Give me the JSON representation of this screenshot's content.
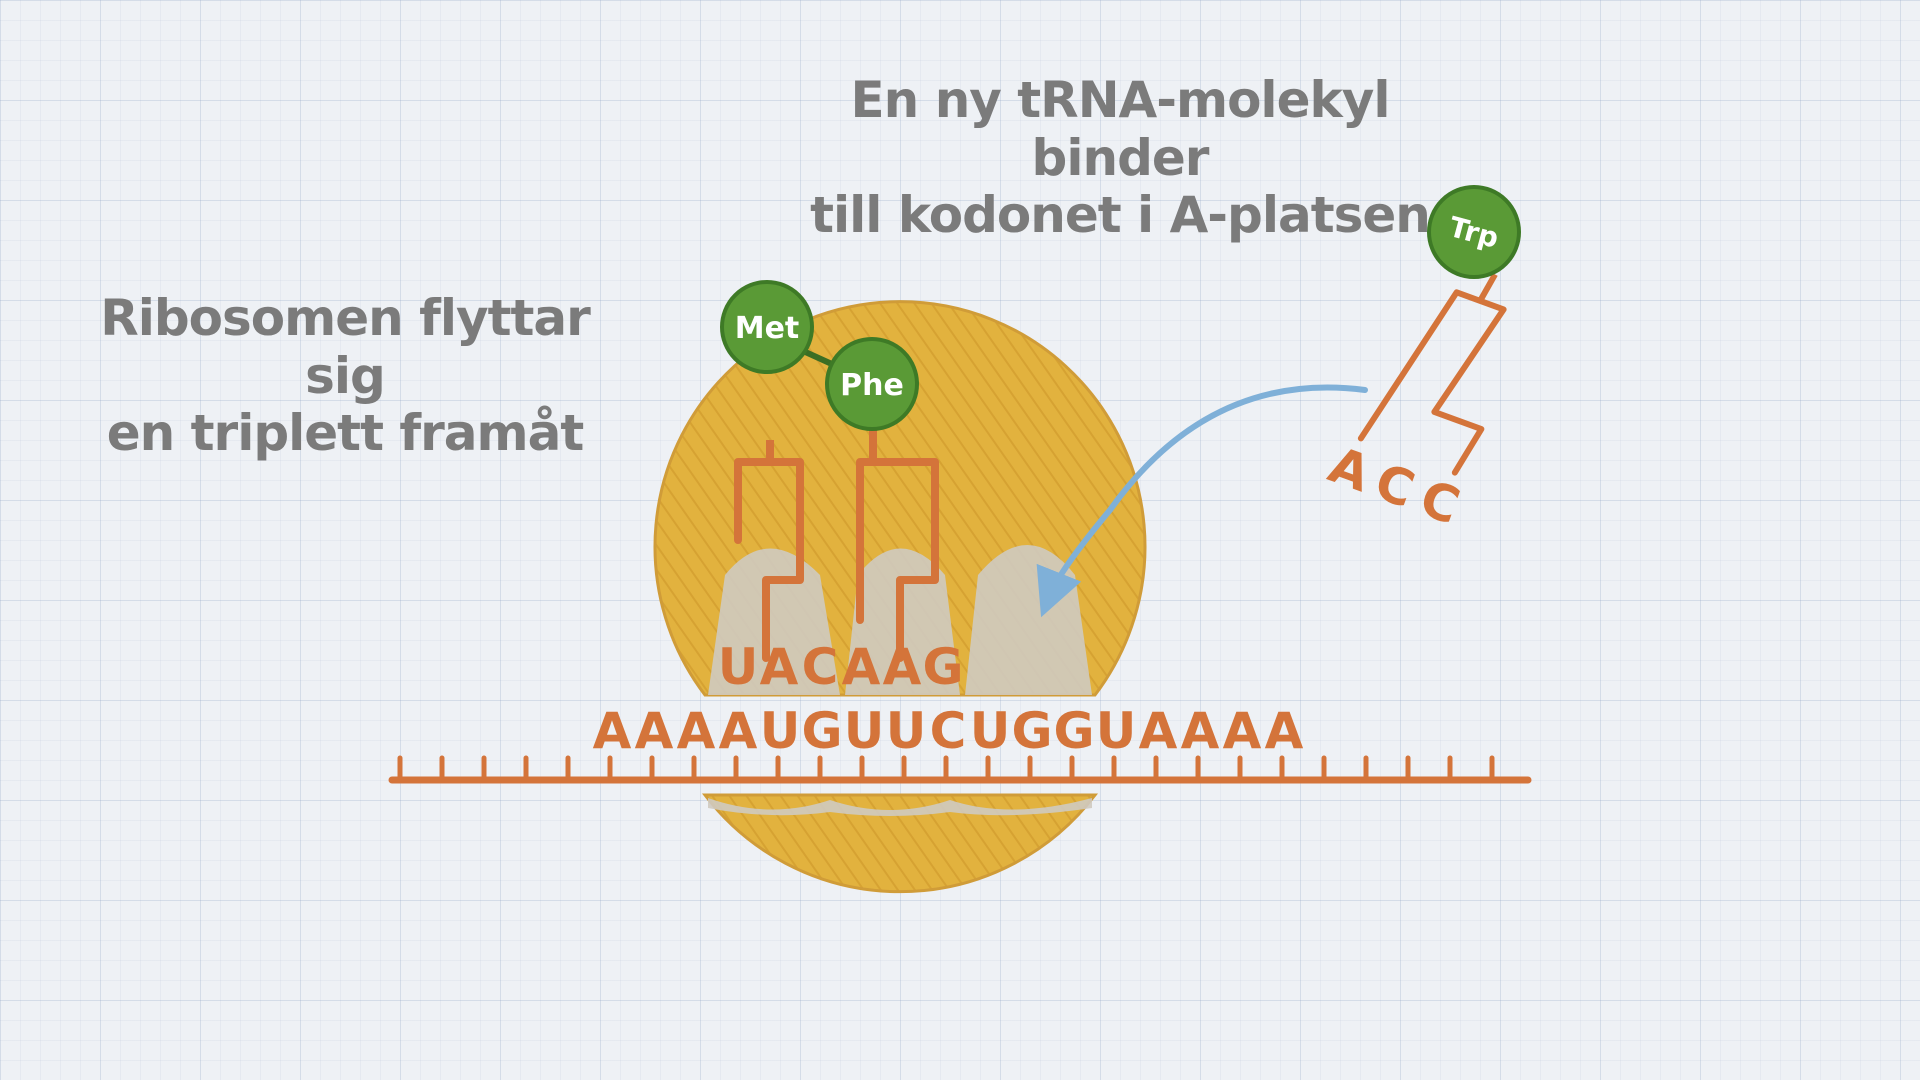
{
  "captions": {
    "top_line1": "En ny tRNA-molekyl binder",
    "top_line2": "till kodonet i A-platsen",
    "left_line1": "Ribosomen flyttar sig",
    "left_line2": "en triplett framåt"
  },
  "amino_acids": {
    "met": "Met",
    "phe": "Phe",
    "trp": "Trp"
  },
  "mrna_sequence": [
    "A",
    "A",
    "A",
    "A",
    "U",
    "G",
    "U",
    "U",
    "C",
    "U",
    "G",
    "G",
    "U",
    "A",
    "A",
    "A",
    "A"
  ],
  "anticodons_bound": [
    "U",
    "A",
    "C",
    "A",
    "A",
    "G"
  ],
  "anticodon_incoming": [
    "A",
    "C",
    "C"
  ],
  "colors": {
    "ribosome": "#e2b23e",
    "rna": "#d4743a",
    "amino_acid": "#5a9a36",
    "arrow": "#7fb0d8",
    "text": "#7b7b7b"
  }
}
